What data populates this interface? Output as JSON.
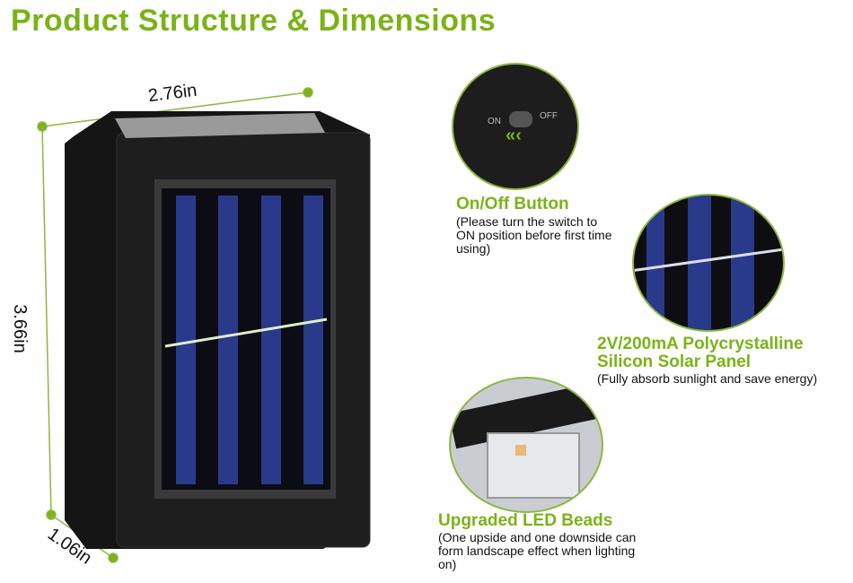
{
  "title": "Product Structure & Dimensions",
  "dimensions": {
    "width": "2.76in",
    "height": "3.66in",
    "depth": "1.06in"
  },
  "switch": {
    "on": "ON",
    "off": "OFF"
  },
  "features": [
    {
      "heading": "On/Off Button",
      "description": "(Please turn the switch to ON position before first time using)"
    },
    {
      "heading": "2V/200mA Polycrystalline Silicon Solar Panel",
      "description": "(Fully absorb sunlight and save energy)"
    },
    {
      "heading": "Upgraded LED Beads",
      "description": "(One upside and one downside can form landscape effect when lighting on)"
    }
  ],
  "colors": {
    "accent": "#7ab317"
  }
}
